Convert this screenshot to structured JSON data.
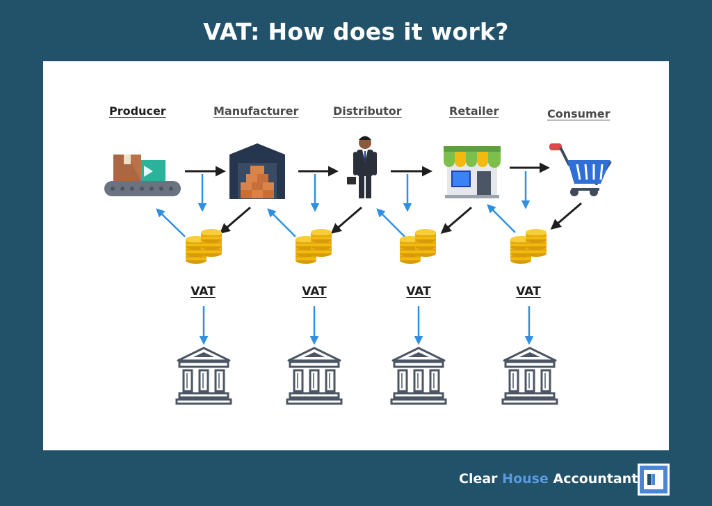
{
  "title": "VAT: How does it work?",
  "stages": [
    {
      "label": "Producer ",
      "icon": "conveyor-boxes-icon"
    },
    {
      "label": "Manufacturer",
      "icon": "warehouse-icon"
    },
    {
      "label": "Distributor ",
      "icon": "businessman-icon"
    },
    {
      "label": "Retailer",
      "icon": "shop-icon"
    },
    {
      "label": "Consumer",
      "icon": "shopping-cart-icon"
    }
  ],
  "vat_nodes": [
    {
      "label": "VAT",
      "icon": "coins-icon",
      "destination_icon": "government-bank-icon"
    },
    {
      "label": "VAT",
      "icon": "coins-icon",
      "destination_icon": "government-bank-icon"
    },
    {
      "label": "VAT",
      "icon": "coins-icon",
      "destination_icon": "government-bank-icon"
    },
    {
      "label": "VAT",
      "icon": "coins-icon",
      "destination_icon": "government-bank-icon"
    }
  ],
  "footer": {
    "brand_part1": "Clear",
    "brand_part2": "House",
    "brand_part3": "Accountants"
  },
  "colors": {
    "background": "#21526a",
    "panel": "#ffffff",
    "goods_arrow": "#1e1e1e",
    "payment_arrow": "#2f8fe0",
    "coin": "#f2b90f",
    "accent": "#5b9be0"
  }
}
